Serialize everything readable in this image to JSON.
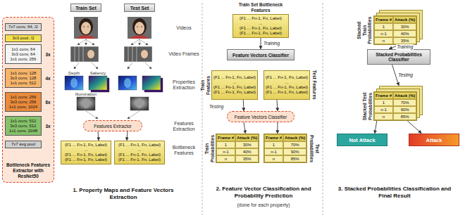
{
  "diagram": {
    "nodes": [
      {
        "text": [
          "Bottleneck Features Extractor with ResNet50"
        ]
      },
      {
        "text": [
          "7x7 conv, 64, /2"
        ],
        "in": 0
      },
      {
        "text": [
          "3x3 pool, /2"
        ],
        "in": 0
      },
      {
        "text": [
          "1x1 conv, 64",
          "3x3 conv, 64",
          "1x1 conv, 256"
        ],
        "in": 0
      },
      {
        "text": [
          "1x1 conv, 128",
          "3x3 conv, 128",
          "1x1 conv, 512"
        ],
        "in": 0
      },
      {
        "text": [
          "1x1 conv, 256",
          "3x3 conv, 256",
          "1x1 conv, 1024"
        ],
        "in": 0
      },
      {
        "text": [
          "1x1 conv, 512",
          "3x3 conv, 512",
          "1x1 conv, 2048"
        ],
        "in": 0
      },
      {
        "text": [
          "7x7 avg pool"
        ],
        "in": 0
      },
      {
        "text": [
          "Train Set"
        ]
      },
      {
        "text": [
          "Test Set"
        ]
      },
      {
        "text": [
          "Features Extractor"
        ]
      },
      {
        "text": [
          "(F1 ... Fn-1, Fn, Label)",
          "...",
          "(F1 ... Fn-1, Fn, Label)",
          "(F1 ... Fn-1, Fn, Label)"
        ]
      },
      {
        "text": [
          "(F1 ... Fn-1, Fn, Label)",
          "...",
          "(F1 ... Fn-1, Fn, Label)",
          "(F1 ... Fn-1, Fn, Label)"
        ]
      },
      {
        "text": [
          "Train Set Bottleneck Features",
          "(F1 ... Fn-1, Fn, Label)",
          "...",
          "(F1 ... Fn-1, Fn, Label)",
          "(F1 ... Fn-1, Fn, Label)"
        ]
      },
      {
        "text": [
          "Feature Vectors Classifier"
        ]
      },
      {
        "text": [
          "Train Features",
          "(F1 ... Fn-1, Fn, Label)",
          "...",
          "(F1 ... Fn-1, Fn, Label)",
          "(F1 ... Fn-1, Fn, Label)"
        ]
      },
      {
        "text": [
          "Test Features",
          "(F1 ... Fn-1, Fn, Label)",
          "...",
          "(F1 ... Fn-1, Fn, Label)",
          "(F1 ... Fn-1, Fn, Label)"
        ]
      },
      {
        "text": [
          "Feature Vectors Classifier"
        ]
      },
      {
        "text": [
          "Train Probabilities",
          "Frame #",
          "Attack (%)",
          "1",
          "30%",
          "n-1",
          "40%",
          "n",
          "35%"
        ]
      },
      {
        "text": [
          "Test Probabilities",
          "Frame #",
          "Attack (%)",
          "1",
          "70%",
          "n-1",
          "90%",
          "n",
          "85%"
        ]
      },
      {
        "text": [
          "Stacked Train Probabilities",
          "Frame #",
          "Attack (%)",
          "1",
          "30%",
          "n-1",
          "40%",
          "n",
          "35%"
        ]
      },
      {
        "text": [
          "Stacked Probabilities Classifier"
        ]
      },
      {
        "text": [
          "Stacked Test Probabilities",
          "Frame #",
          "Attack (%)",
          "1",
          "70%",
          "n-1",
          "90%",
          "n",
          "85%"
        ]
      },
      {
        "text": [
          "Not Attack"
        ]
      },
      {
        "text": [
          "Attack"
        ]
      }
    ],
    "edges": [
      {
        "from": 10,
        "to": 11,
        "arrow": "to"
      },
      {
        "from": 10,
        "to": 12,
        "arrow": "to"
      },
      {
        "from": 13,
        "to": 14,
        "label": "Training",
        "arrow": "to"
      },
      {
        "from": 15,
        "to": 17,
        "arrow": "to"
      },
      {
        "from": 16,
        "to": 17,
        "arrow": "to"
      },
      {
        "from": 17,
        "to": 18,
        "arrow": "to"
      },
      {
        "from": 17,
        "to": 19,
        "arrow": "to"
      },
      {
        "from": 20,
        "to": 21,
        "label": "Training",
        "arrow": "to"
      },
      {
        "from": 21,
        "to": 22,
        "label": "Testing",
        "arrow": "to"
      },
      {
        "from": 22,
        "to": 23,
        "arrow": "to"
      },
      {
        "from": 22,
        "to": 24,
        "arrow": "to"
      }
    ],
    "labels": [
      "Videos",
      "Video Frames",
      "Properties Extraction",
      "Features Extraction",
      "Bottleneck Features",
      "3x",
      "4x",
      "6x",
      "3x",
      "Depth",
      "Saliency",
      "Illumination",
      "Testing",
      "1. Property Maps and Feature Vectors Extraction",
      "2. Feature Vector Classification and Probability Prediction",
      "(done for each property)",
      "3. Stacked Probabilities Classification and Final Result"
    ]
  }
}
